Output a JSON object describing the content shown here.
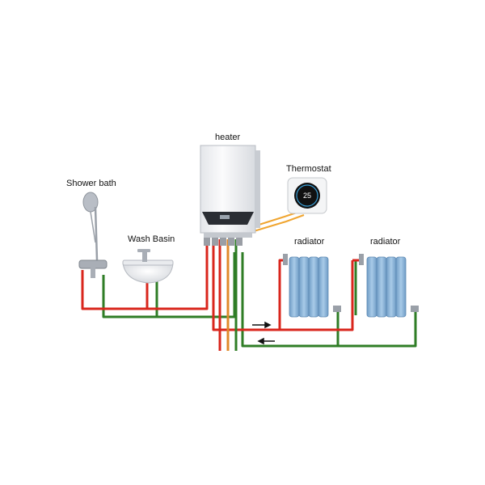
{
  "labels": {
    "heater": "heater",
    "thermostat": "Thermostat",
    "shower": "Shower bath",
    "basin": "Wash Basin",
    "radiator_1": "radiator",
    "radiator_2": "radiator"
  },
  "thermostat_display": "25",
  "colors": {
    "hot_pipe": "#d9261c",
    "return_pipe": "#2f7d26",
    "signal_wire": "#f0a530",
    "radiator": "#8fb8dc",
    "radiator_dark": "#6c98c2",
    "heater_body": "#f2f3f5"
  }
}
